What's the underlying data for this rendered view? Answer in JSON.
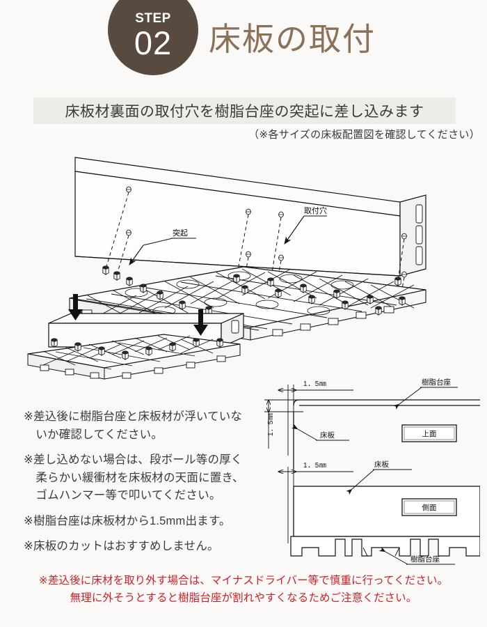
{
  "header": {
    "step_word": "STEP",
    "step_number": "02",
    "title": "床板の取付",
    "badge_color": "#584a3e",
    "title_color": "#8a7158"
  },
  "subtitle": {
    "banner_text": "床板材裏面の取付穴を樹脂台座の突起に差し込みます",
    "banner_bg": "#eeece6",
    "note": "（※各サイズの床板配置図を確認してください）"
  },
  "illustration": {
    "label_protrusion": "突起",
    "label_mounting_hole": "取付穴",
    "alt": "床板材を樹脂台座の突起に差し込む分解図"
  },
  "notes": [
    "※差込後に樹脂台座と床板材が浮いていないか確認してください。",
    "※差し込めない場合は、段ボール等の厚く柔らかい緩衝材を床板材の天面に置き、ゴムハンマー等で叩いてください。",
    "※樹脂台座は床板材から1.5mm出ます。",
    "※床板のカットはおすすめしません。"
  ],
  "tech_drawing": {
    "top_view": {
      "view_label": "上面",
      "dim_horizontal": "1．5㎜",
      "dim_vertical": "1．5㎜",
      "label_base": "樹脂台座",
      "label_board": "床板"
    },
    "side_view": {
      "view_label": "側面",
      "dim_horizontal": "1．5㎜",
      "label_board": "床板",
      "label_base": "樹脂台座"
    }
  },
  "warning": {
    "color": "#cc2229",
    "line1": "※差込後に床材を取り外す場合は、マイナスドライバー等で慎重に行ってください。",
    "line2": "無理に外そうとすると樹脂台座が割れやすくなるためご注意ください。"
  }
}
